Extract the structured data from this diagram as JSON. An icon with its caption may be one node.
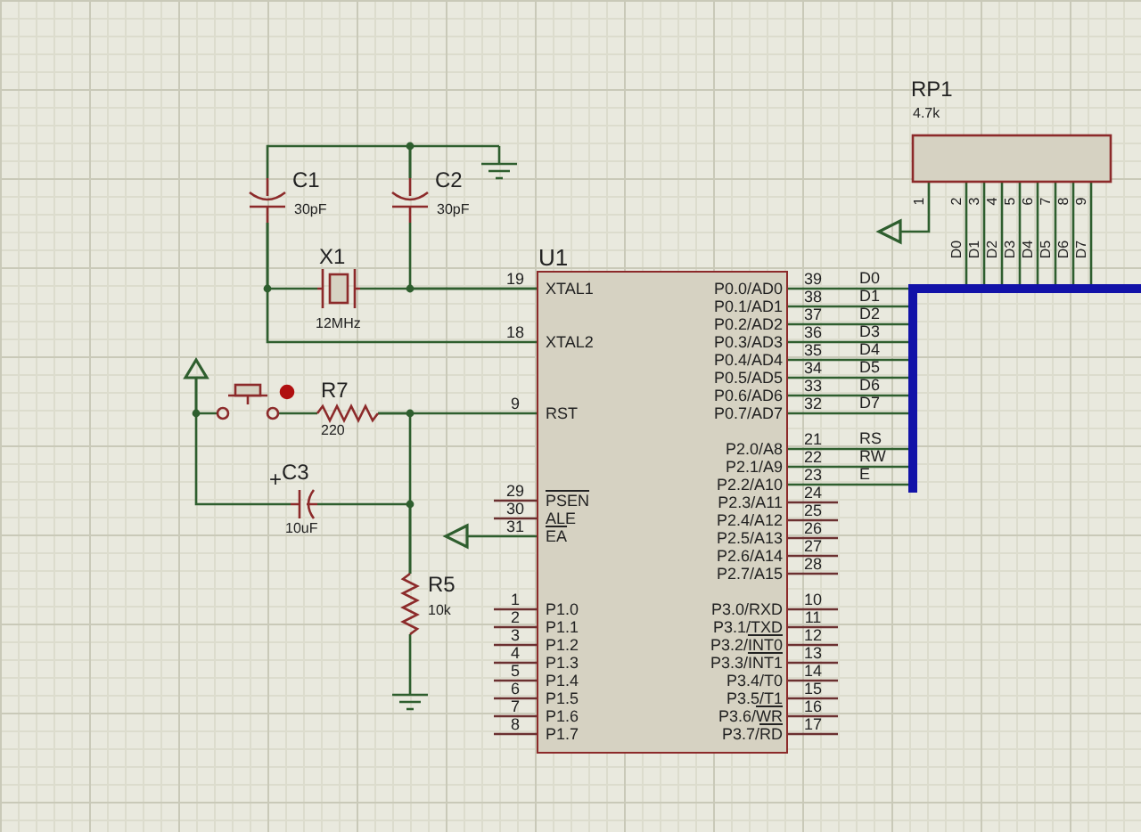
{
  "diagram": {
    "nodes": [
      {
        "text": [
          "C1",
          "30pF"
        ]
      },
      {
        "text": [
          "C2",
          "30pF"
        ]
      },
      {
        "text": [],
        "shape": "ground"
      },
      {
        "text": [
          "X1",
          "12MHz"
        ]
      },
      {
        "text": [
          "U1"
        ]
      },
      {
        "text": [],
        "shape": "terminal"
      },
      {
        "text": [],
        "shape": "switch"
      },
      {
        "text": [
          "R7",
          "220"
        ]
      },
      {
        "text": [
          "C3",
          "+",
          "10uF"
        ]
      },
      {
        "text": [
          "R5",
          "10k"
        ]
      },
      {
        "text": [],
        "shape": "ground"
      },
      {
        "text": [],
        "shape": "terminal"
      },
      {
        "text": [
          "RP1",
          "4.7k"
        ]
      },
      {
        "text": [],
        "shape": "terminal"
      },
      {
        "text": [],
        "shape": "bar"
      }
    ],
    "edges": [
      {
        "from": 0,
        "to": 1,
        "arrow": "none"
      },
      {
        "from": 1,
        "to": 2,
        "arrow": "none"
      },
      {
        "from": 0,
        "to": 3,
        "arrow": "none"
      },
      {
        "from": 3,
        "to": 4,
        "arrow": "none"
      },
      {
        "from": 1,
        "to": 4,
        "arrow": "none"
      },
      {
        "from": 0,
        "to": 4,
        "arrow": "none"
      },
      {
        "from": 5,
        "to": 6,
        "arrow": "none"
      },
      {
        "from": 6,
        "to": 7,
        "arrow": "none"
      },
      {
        "from": 7,
        "to": 4,
        "arrow": "none"
      },
      {
        "from": 5,
        "to": 8,
        "arrow": "none"
      },
      {
        "from": 8,
        "to": 9,
        "arrow": "none"
      },
      {
        "from": 7,
        "to": 9,
        "arrow": "none"
      },
      {
        "from": 9,
        "to": 10,
        "arrow": "none"
      },
      {
        "from": 4,
        "to": 11,
        "arrow": "none"
      },
      {
        "from": 4,
        "to": 14,
        "arrow": "none",
        "label": "D0"
      },
      {
        "from": 4,
        "to": 14,
        "arrow": "none",
        "label": "D1"
      },
      {
        "from": 4,
        "to": 14,
        "arrow": "none",
        "label": "D2"
      },
      {
        "from": 4,
        "to": 14,
        "arrow": "none",
        "label": "D3"
      },
      {
        "from": 4,
        "to": 14,
        "arrow": "none",
        "label": "D4"
      },
      {
        "from": 4,
        "to": 14,
        "arrow": "none",
        "label": "D5"
      },
      {
        "from": 4,
        "to": 14,
        "arrow": "none",
        "label": "D6"
      },
      {
        "from": 4,
        "to": 14,
        "arrow": "none",
        "label": "D7"
      },
      {
        "from": 4,
        "to": 14,
        "arrow": "none",
        "label": "RS"
      },
      {
        "from": 4,
        "to": 14,
        "arrow": "none",
        "label": "RW"
      },
      {
        "from": 4,
        "to": 14,
        "arrow": "none",
        "label": "E"
      },
      {
        "from": 12,
        "to": 14,
        "arrow": "none",
        "label": "D0"
      },
      {
        "from": 12,
        "to": 14,
        "arrow": "none",
        "label": "D1"
      },
      {
        "from": 12,
        "to": 14,
        "arrow": "none",
        "label": "D2"
      },
      {
        "from": 12,
        "to": 14,
        "arrow": "none",
        "label": "D3"
      },
      {
        "from": 12,
        "to": 14,
        "arrow": "none",
        "label": "D4"
      },
      {
        "from": 12,
        "to": 14,
        "arrow": "none",
        "label": "D5"
      },
      {
        "from": 12,
        "to": 14,
        "arrow": "none",
        "label": "D6"
      },
      {
        "from": 12,
        "to": 14,
        "arrow": "none",
        "label": "D7"
      },
      {
        "from": 12,
        "to": 13,
        "arrow": "none"
      }
    ],
    "labels": [
      "19",
      "XTAL1",
      "18",
      "XTAL2",
      "9",
      "RST",
      "29",
      "PSEN",
      "30",
      "ALE",
      "31",
      "EA",
      "1",
      "P1.0",
      "2",
      "P1.1",
      "3",
      "P1.2",
      "4",
      "P1.3",
      "5",
      "P1.4",
      "6",
      "P1.5",
      "7",
      "P1.6",
      "8",
      "P1.7",
      "39",
      "P0.0/AD0",
      "38",
      "P0.1/AD1",
      "37",
      "P0.2/AD2",
      "36",
      "P0.3/AD3",
      "35",
      "P0.4/AD4",
      "34",
      "P0.5/AD5",
      "33",
      "P0.6/AD6",
      "32",
      "P0.7/AD7",
      "21",
      "P2.0/A8",
      "22",
      "P2.1/A9",
      "23",
      "P2.2/A10",
      "24",
      "P2.3/A11",
      "25",
      "P2.4/A12",
      "26",
      "P2.5/A13",
      "27",
      "P2.6/A14",
      "28",
      "P2.7/A15",
      "10",
      "P3.0/RXD",
      "11",
      "P3.1/TXD",
      "12",
      "P3.2/INT0",
      "13",
      "P3.3/INT1",
      "14",
      "P3.4/T0",
      "15",
      "P3.5/T1",
      "16",
      "P3.6/WR",
      "17",
      "P3.7/RD",
      "1",
      "2",
      "3",
      "4",
      "5",
      "6",
      "7",
      "8",
      "9"
    ]
  }
}
